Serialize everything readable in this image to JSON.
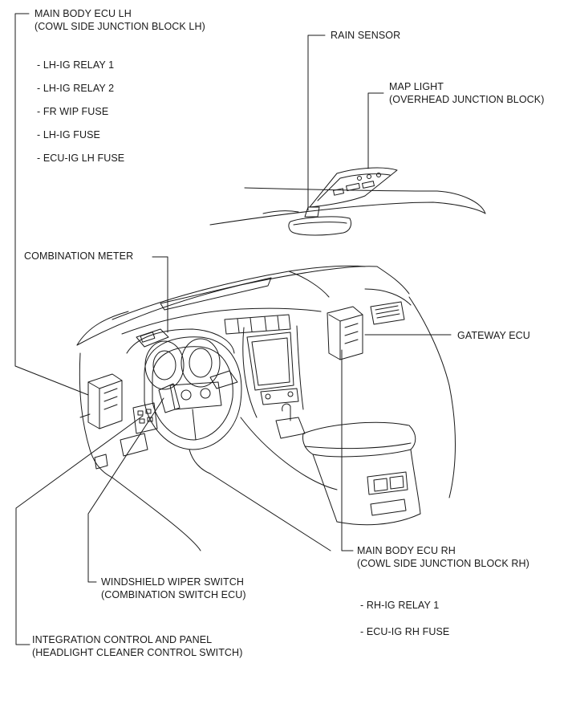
{
  "labels": {
    "main_body_ecu_lh": {
      "title": "MAIN BODY ECU LH",
      "subtitle": "(COWL SIDE JUNCTION BLOCK LH)",
      "items": [
        "- LH-IG RELAY 1",
        "- LH-IG RELAY 2",
        "- FR WIP FUSE",
        "- LH-IG FUSE",
        "- ECU-IG LH FUSE"
      ]
    },
    "rain_sensor": {
      "title": "RAIN SENSOR"
    },
    "map_light": {
      "title": "MAP LIGHT",
      "subtitle": "(OVERHEAD JUNCTION BLOCK)"
    },
    "combination_meter": {
      "title": "COMBINATION METER"
    },
    "gateway_ecu": {
      "title": "GATEWAY ECU"
    },
    "main_body_ecu_rh": {
      "title": "MAIN BODY ECU RH",
      "subtitle": "(COWL SIDE JUNCTION BLOCK RH)",
      "items": [
        "- RH-IG RELAY 1",
        "- ECU-IG RH FUSE"
      ]
    },
    "windshield_wiper_switch": {
      "title": "WINDSHIELD WIPER SWITCH",
      "subtitle": "(COMBINATION SWITCH ECU)"
    },
    "integration_control_panel": {
      "title": "INTEGRATION CONTROL AND PANEL",
      "subtitle": "(HEADLIGHT CLEANER CONTROL SWITCH)"
    }
  },
  "colors": {
    "line": "#1a1a1a",
    "background": "#ffffff"
  }
}
